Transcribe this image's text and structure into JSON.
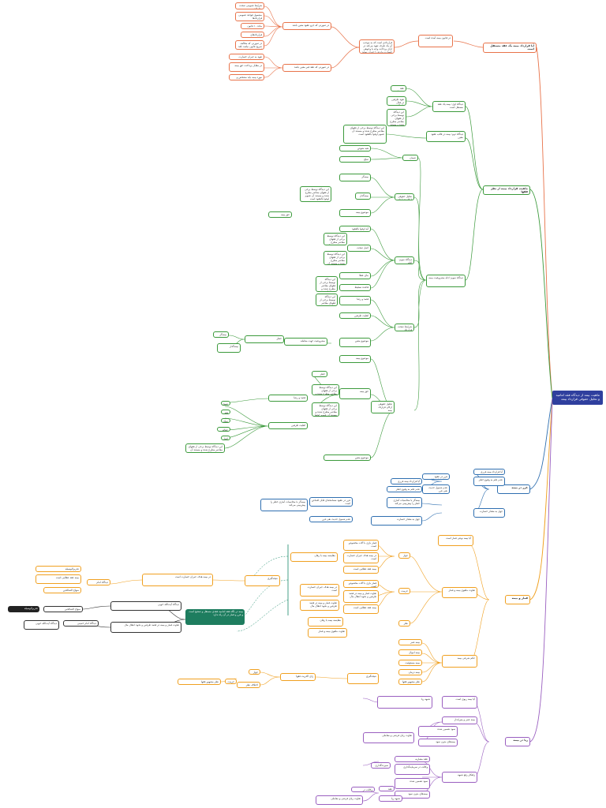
{
  "root": {
    "title": "ماهیت بیمه از دیدگاه فقه امامیه و تحلیل حقوقی قرارداد بیمه"
  },
  "colors": {
    "root_bg": "#2f3f9e",
    "orange": "#e8734a",
    "green": "#3c9a3c",
    "blue": "#2f6fb0",
    "yellow": "#f0a020",
    "purple": "#9a5fc0",
    "black": "#333333",
    "teal_highlight": "#1e7d5f"
  },
  "nodes": {
    "o_main": "آیا قرارداد بیمه یک عقد مستقل است",
    "o_sub": "در قانون بیمه آمده است",
    "o_note": "قرارداد بیمه",
    "o_def": "قراردادی است که به موجب آن یک طرف تعهد می‌کند در ازای پرداخت وجه یا وجوهی خسارت وارده را جبران نماید",
    "o_g1": "در صورتی که جزو عقود معین باشد",
    "o_g2": "در صورتی که عقد غیر معین باشد",
    "o_l1": "شرایط عمومی صحت معاملات",
    "o_l2": "مشمول قواعد عمومی قراردادها",
    "o_l3": "ماده ۱۰ قانون مدنی",
    "o_l4": "قراردادهای خصوصی",
    "o_l5": "در صورتی که مخالف صریح قانون نباشد نافذ است",
    "o_l6": "تعهد به جبران خسارت",
    "o_l7": "در مقابل پرداخت حق بیمه",
    "o_l8": "احکام خاص قرارداد بیمه",
    "o_l9": "مورد بیمه باید مشخص و معلوم باشد",
    "g_main": "ماهیت قرارداد بیمه از نظر فقها",
    "g_a": "دیدگاه اول: بیمه یک عقد مستقل است",
    "g_a1": "عقد مستقل است",
    "g_a2": "تعهد طرفین در قبال یکدیگر",
    "g_a3": "این دیدگاه توسط برخی از فقهای معاصر مطرح شده و مستند آن عموم اوفوا بالعقود است",
    "g_b": "دیدگاه دوم: بیمه در قالب عقود معین",
    "g_b1": "ضمان",
    "g_b2": "هبه معوض",
    "g_b3": "صلح",
    "g_b4": "جعاله",
    "g_c": "دیدگاه سوم: ادله مشروعیت بیمه",
    "g_c1": "آیه اوفوا بالعقود",
    "g_c2": "اصل صحت",
    "g_c3": "بنای عقلا",
    "g_c4": "قاعده تسلیط",
    "g_d": "تحلیل حقوقی ارکان قرارداد بیمه",
    "g_d1": "بیمه‌گر",
    "g_d2": "بیمه‌گذار",
    "g_d3": "موضوع بیمه",
    "g_d4": "حق بیمه",
    "g_d5": "خطر",
    "g_e": "شرایط صحت قرارداد",
    "g_e1": "قصد و رضا",
    "g_e2": "اهلیت طرفین",
    "g_e3": "موضوع معین",
    "g_e4": "مشروعیت جهت معامله",
    "b_main": "غرر در بیمه",
    "b_1": "آیا قرارداد بیمه غرری است",
    "b_2": "عدم علم به وقوع خطر",
    "b_3": "جهل به مقدار خسارت",
    "b_4": "غرر در عقود مسامحه‌ای قابل اغماض است",
    "b_5": "عدم شمول حدیث نفی غرر",
    "b_6": "بیمه‌گر با محاسبات آماری خطر را پیش‌بینی می‌کند",
    "y_main": "قمار و بیمه",
    "y_1": "آیا بیمه نوعی قمار است",
    "y_2": "تفاوت ماهوی بیمه و قمار",
    "y_3": "قمار بازی با آلات مخصوص است",
    "y_4": "در بیمه هدف جبران خسارت است",
    "y_5": "بیمه عقد عقلایی است",
    "y_6": "مقایسه بیمه با رهان",
    "y_7": "حکم شرعی بیمه",
    "y_8": "جواز",
    "y_9": "حرمت",
    "y_10": "نظر مشهور فقها",
    "y_11": "بیمه عمر",
    "y_12": "بیمه اموال",
    "y_13": "بیمه مسئولیت",
    "y_14": "بیمه درمان",
    "y_15": "تفاوت قمار و بیمه در قصد طرفین و نحوه انتقال مال",
    "y_hl": "بیمه در نگاه فقه امامیه عقدی مستقل و صحیح است و غرر و قمار در آن راه ندارد",
    "y_k1": "رای اکثریت فقها",
    "y_k2": "اختلاف نظر",
    "y_k3": "نتیجه‌گیری",
    "y_k4": "دیدگاه امام خمینی",
    "y_k5": "دیدگاه آیت‌الله خویی",
    "y_k6": "تحریرالوسیله",
    "y_k7": "منهاج الصالحین",
    "p_main": "ربا در بیمه",
    "p_1": "آیا بیمه ربوی است",
    "p_2": "بیمه عمر و پس‌انداز",
    "p_3": "سود تضمین شده",
    "p_4": "شبهه ربا",
    "p_5": "تفاوت ربای قرضی و معاملی",
    "p_6": "بیمه‌های بدون سود",
    "p_7": "راهکار رفع شبهه",
    "p_8": "عقد مضاربه",
    "p_9": "وکالت در سرمایه‌گذاری",
    "p_10": "سپرده‌گذاری"
  }
}
